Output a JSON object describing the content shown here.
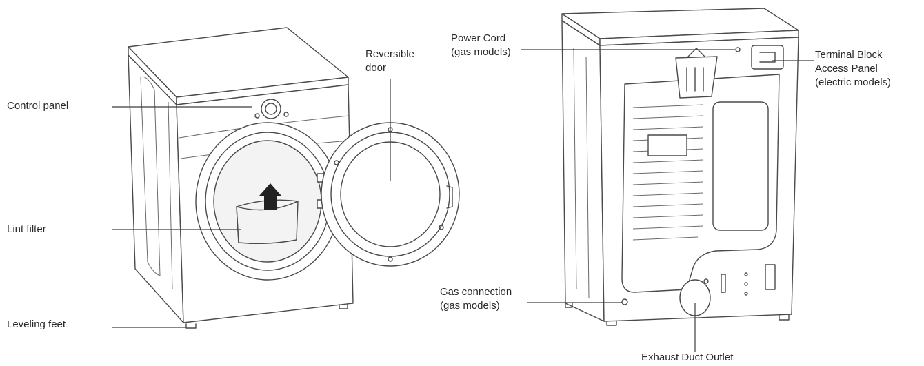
{
  "front_view": {
    "control_panel": "Control panel",
    "lint_filter": "Lint filter",
    "leveling_feet": "Leveling feet",
    "reversible_door": [
      "Reversible",
      "door"
    ]
  },
  "rear_view": {
    "power_cord": [
      "Power Cord",
      "(gas models)"
    ],
    "terminal_block": [
      "Terminal Block",
      "Access Panel",
      "(electric models)"
    ],
    "gas_connection": [
      "Gas connection",
      "(gas models)"
    ],
    "exhaust_duct": "Exhaust Duct Outlet"
  }
}
